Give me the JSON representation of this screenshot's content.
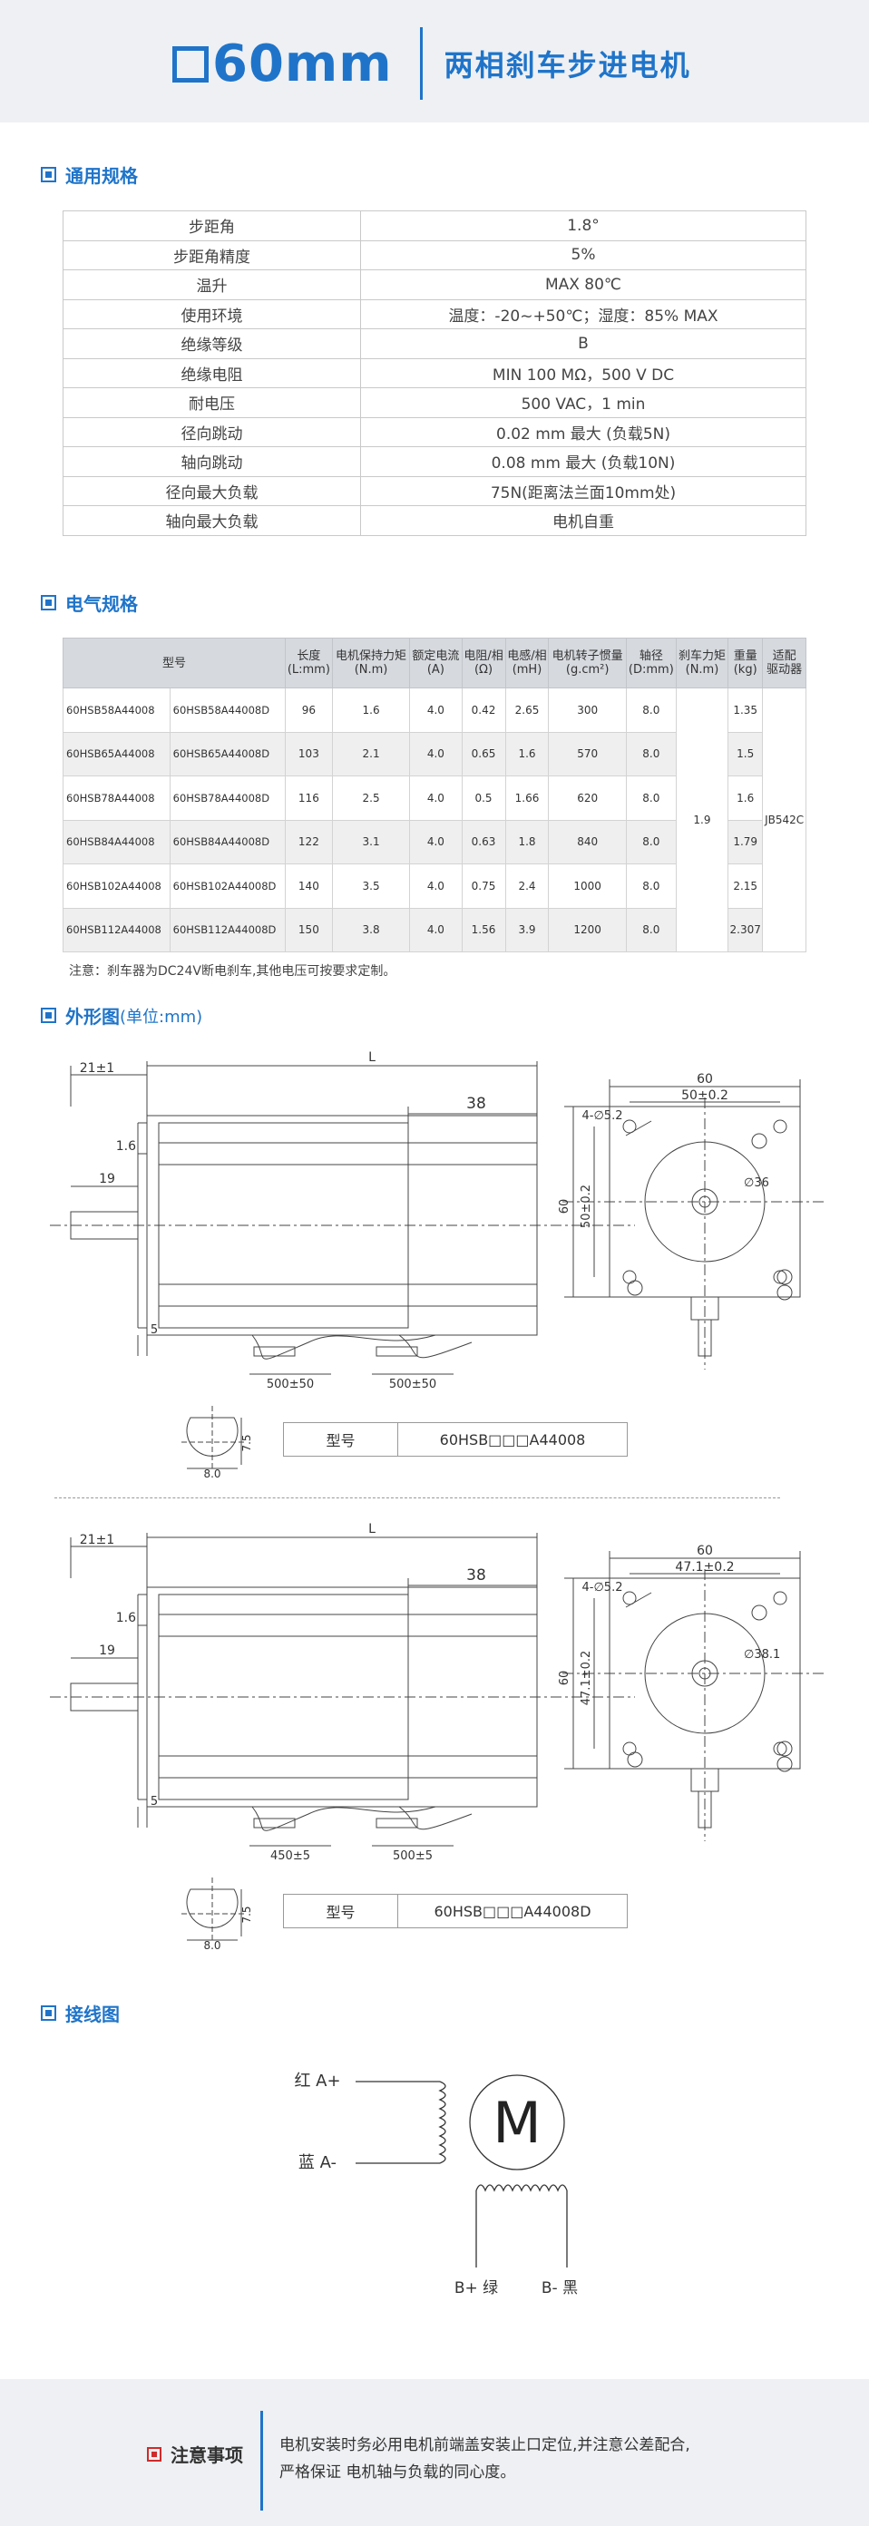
{
  "header": {
    "size_text": "60mm",
    "title": "两相刹车步进电机"
  },
  "sections": {
    "general": "通用规格",
    "electrical": "电气规格",
    "dimensions": "外形图",
    "dimensions_unit": "(单位:mm)",
    "wiring": "接线图"
  },
  "spec_rows": [
    {
      "k": "步距角",
      "v": "1.8°"
    },
    {
      "k": "步距角精度",
      "v": "5%"
    },
    {
      "k": "温升",
      "v": "MAX 80℃"
    },
    {
      "k": "使用环境",
      "v": "温度：-20~+50℃；湿度：85% MAX"
    },
    {
      "k": "绝缘等级",
      "v": "B"
    },
    {
      "k": "绝缘电阻",
      "v": "MIN 100 MΩ，500 V DC"
    },
    {
      "k": "耐电压",
      "v": "500 VAC，1 min"
    },
    {
      "k": "径向跳动",
      "v": "0.02 mm 最大 (负载5N)"
    },
    {
      "k": "轴向跳动",
      "v": "0.08 mm 最大 (负载10N)"
    },
    {
      "k": "径向最大负载",
      "v": "75N(距离法兰面10mm处)"
    },
    {
      "k": "轴向最大负载",
      "v": "电机自重"
    }
  ],
  "elec": {
    "headers": [
      "型号",
      "长度\n(L:mm)",
      "电机保持力矩\n(N.m)",
      "额定电流\n(A)",
      "电阻/相\n(Ω)",
      "电感/相\n(mH)",
      "电机转子惯量\n(g.cm²)",
      "轴径\n(D:mm)",
      "刹车力矩\n(N.m)",
      "重量\n(kg)",
      "适配\n驱动器"
    ],
    "rows": [
      [
        "60HSB58A44008",
        "60HSB58A44008D",
        "96",
        "1.6",
        "4.0",
        "0.42",
        "2.65",
        "300",
        "8.0",
        "1.35"
      ],
      [
        "60HSB65A44008",
        "60HSB65A44008D",
        "103",
        "2.1",
        "4.0",
        "0.65",
        "1.6",
        "570",
        "8.0",
        "1.5"
      ],
      [
        "60HSB78A44008",
        "60HSB78A44008D",
        "116",
        "2.5",
        "4.0",
        "0.5",
        "1.66",
        "620",
        "8.0",
        "1.6"
      ],
      [
        "60HSB84A44008",
        "60HSB84A44008D",
        "122",
        "3.1",
        "4.0",
        "0.63",
        "1.8",
        "840",
        "8.0",
        "1.79"
      ],
      [
        "60HSB102A44008",
        "60HSB102A44008D",
        "140",
        "3.5",
        "4.0",
        "0.75",
        "2.4",
        "1000",
        "8.0",
        "2.15"
      ],
      [
        "60HSB112A44008",
        "60HSB112A44008D",
        "150",
        "3.8",
        "4.0",
        "1.56",
        "3.9",
        "1200",
        "8.0",
        "2.307"
      ]
    ],
    "brake_torque": "1.9",
    "driver": "JB542C",
    "note": "注意：刹车器为DC24V断电刹车,其他电压可按要求定制。"
  },
  "drawing1": {
    "d_21": "21±1",
    "d_16": "1.6",
    "d_19": "19",
    "d_L": "L",
    "d_38": "38",
    "d_5": "5",
    "d_lead1": "500±50",
    "d_lead2": "500±50",
    "d_60": "60",
    "d_50": "50±0.2",
    "d_hole": "4-∅5.2",
    "d_36": "∅36",
    "d_60v": "60",
    "d_50v": "50±0.2",
    "d_75": "7.5",
    "d_80": "8.0",
    "model_label": "型号",
    "model_value": "60HSB□□□A44008"
  },
  "drawing2": {
    "d_21": "21±1",
    "d_16": "1.6",
    "d_19": "19",
    "d_L": "L",
    "d_38": "38",
    "d_5": "5",
    "d_lead1": "450±5",
    "d_lead2": "500±5",
    "d_60": "60",
    "d_50": "47.1±0.2",
    "d_hole": "4-∅5.2",
    "d_36": "∅38.1",
    "d_60v": "60",
    "d_50v": "47.1±0.2",
    "d_75": "7.5",
    "d_80": "8.0",
    "model_label": "型号",
    "model_value": "60HSB□□□A44008D"
  },
  "wiring": {
    "a_plus": "红  A+",
    "a_minus": "蓝  A-",
    "motor": "M",
    "b_plus": "B+ 绿",
    "b_minus": "B- 黑"
  },
  "footer": {
    "title": "注意事项",
    "line1": "电机安装时务必用电机前端盖安装止口定位,并注意公差配合,",
    "line2": "严格保证 电机轴与负载的同心度。"
  },
  "colors": {
    "accent": "#1f74c9",
    "note_red": "#d12a2a",
    "header_bg": "#eef0f3"
  }
}
